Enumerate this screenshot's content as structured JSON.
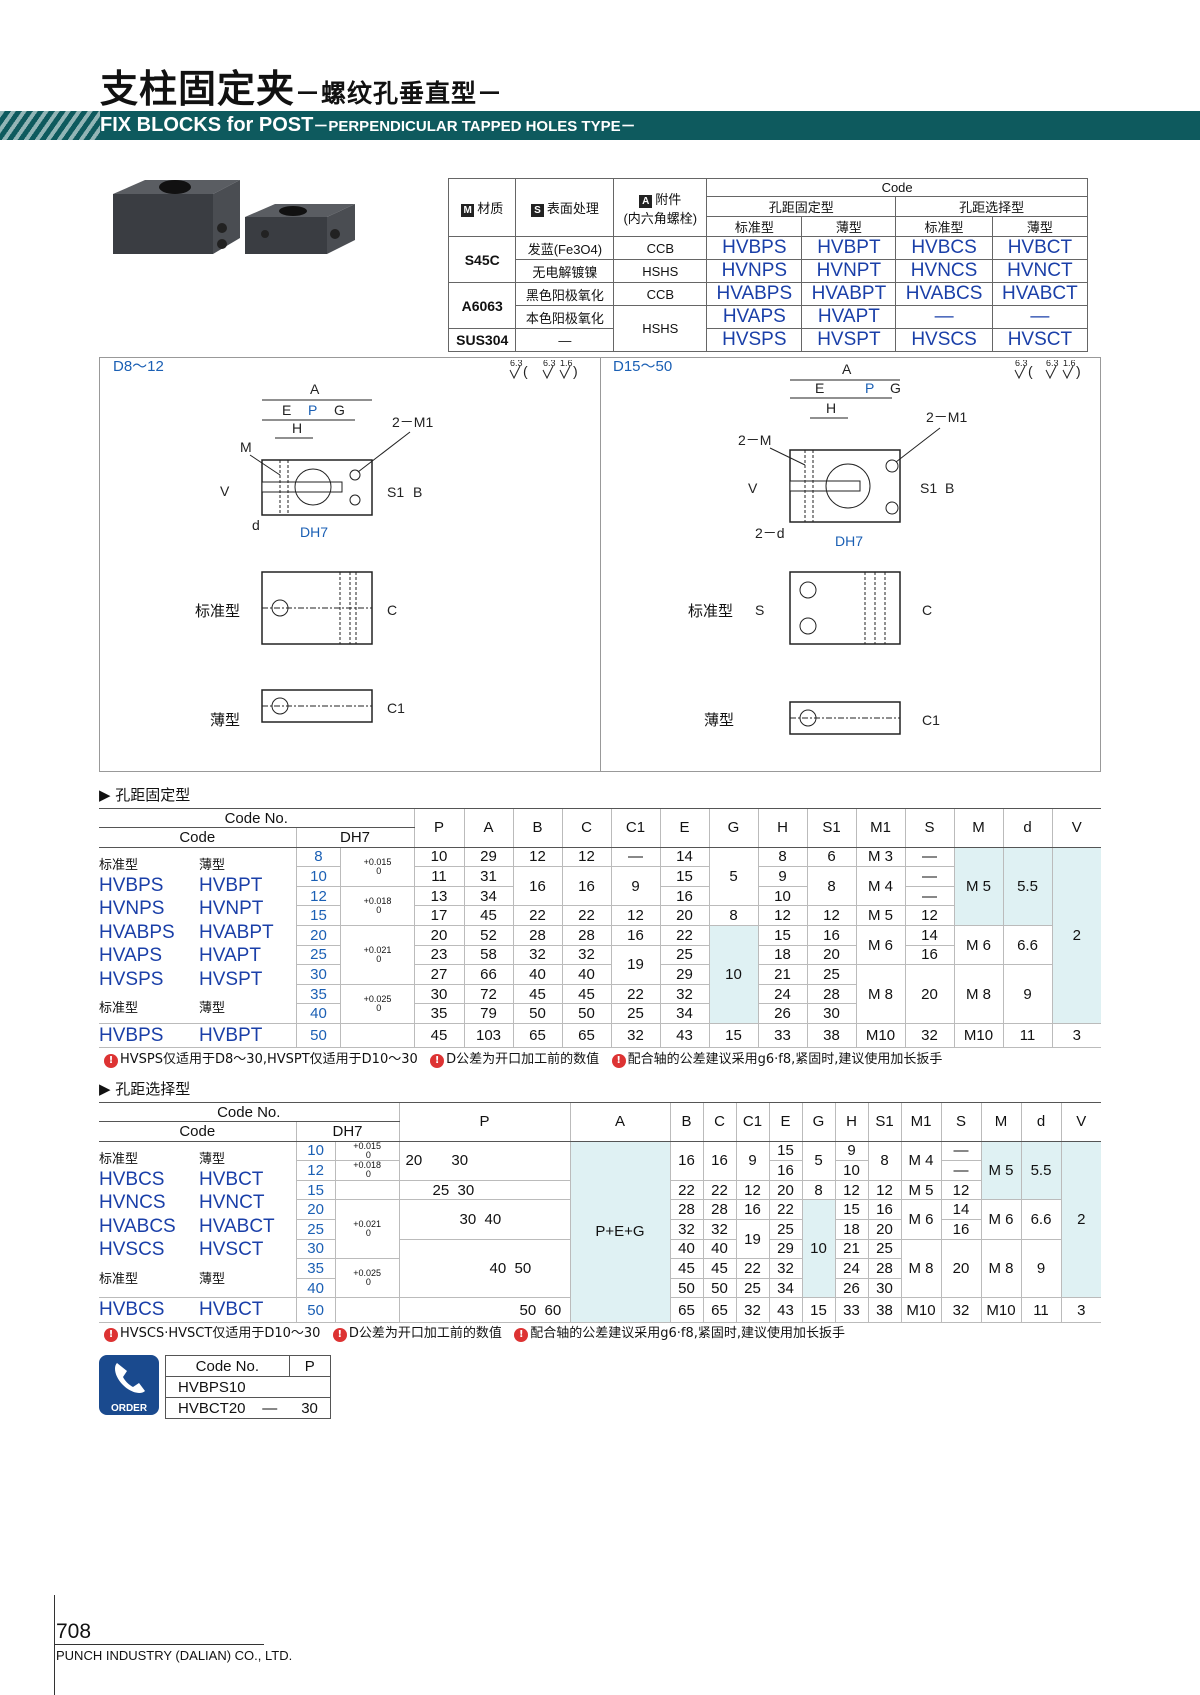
{
  "header": {
    "title_cn": "支柱固定夹",
    "title_cn_sub": "－螺纹孔垂直型－",
    "title_en": "FIX BLOCKS for POST",
    "title_en_sub": "－PERPENDICULAR TAPPED HOLES TYPE－"
  },
  "material_table": {
    "h_material": "材质",
    "h_surface": "表面处理",
    "h_accessory": "附件",
    "h_accessory2": "(内六角螺栓)",
    "k_m": "M",
    "k_s": "S",
    "k_a": "A",
    "h_code": "Code",
    "h_fixed": "孔距固定型",
    "h_select": "孔距选择型",
    "h_std": "标准型",
    "h_thin": "薄型",
    "rows": [
      {
        "mat": "S45C",
        "surf": "发蓝(Fe3O4)",
        "acc": "CCB",
        "c1": "HVBPS",
        "c2": "HVBPT",
        "c3": "HVBCS",
        "c4": "HVBCT"
      },
      {
        "mat": "",
        "surf": "无电解镀镍",
        "acc": "HSHS",
        "c1": "HVNPS",
        "c2": "HVNPT",
        "c3": "HVNCS",
        "c4": "HVNCT"
      },
      {
        "mat": "A6063",
        "surf": "黑色阳极氧化",
        "acc": "CCB",
        "c1": "HVABPS",
        "c2": "HVABPT",
        "c3": "HVABCS",
        "c4": "HVABCT"
      },
      {
        "mat": "",
        "surf": "本色阳极氧化",
        "acc": "HSHS",
        "c1": "HVAPS",
        "c2": "HVAPT",
        "c3": "—",
        "c4": "—"
      },
      {
        "mat": "SUS304",
        "surf": "—",
        "acc": "",
        "c1": "HVSPS",
        "c2": "HVSPT",
        "c3": "HVSCS",
        "c4": "HVSCT"
      }
    ]
  },
  "drawing": {
    "left_range": "D8～12",
    "right_range": "D15～50",
    "finish": "6.3",
    "finish2": "1.6",
    "std_label": "标准型",
    "thin_label": "薄型",
    "A": "A",
    "E": "E",
    "P": "P",
    "G": "G",
    "H": "H",
    "M": "M",
    "M1": "2－M1",
    "M2": "2－M",
    "V": "V",
    "S1": "S1",
    "B": "B",
    "C": "C",
    "C1": "C1",
    "S": "S",
    "d": "d",
    "d2": "2－d",
    "DH7": "DH7"
  },
  "sec1": {
    "title": "▶ 孔距固定型",
    "h_codeno": "Code No.",
    "h_code": "Code",
    "h_dh7": "DH7",
    "cols": [
      "P",
      "A",
      "B",
      "C",
      "C1",
      "E",
      "G",
      "H",
      "S1",
      "M1",
      "S",
      "M",
      "d",
      "V"
    ],
    "lbl_std": "标准型",
    "lbl_thin": "薄型",
    "codes_std": [
      "HVBPS",
      "HVNPS",
      "HVABPS",
      "HVAPS",
      "HVSPS"
    ],
    "codes_thin": [
      "HVBPT",
      "HVNPT",
      "HVABPT",
      "HVAPT",
      "HVSPT"
    ],
    "code_last_std": "HVBPS",
    "code_last_thin": "HVBPT",
    "D": [
      "8",
      "10",
      "12",
      "15",
      "20",
      "25",
      "30",
      "35",
      "40",
      "50"
    ],
    "tol": [
      "+0.015",
      "+0.018",
      "+0.021",
      "+0.025"
    ],
    "tol0": "0",
    "P": [
      "10",
      "11",
      "13",
      "17",
      "20",
      "23",
      "27",
      "30",
      "35",
      "45"
    ],
    "A": [
      "29",
      "31",
      "34",
      "45",
      "52",
      "58",
      "66",
      "72",
      "79",
      "103"
    ],
    "B": [
      "12",
      "16",
      "22",
      "28",
      "32",
      "40",
      "45",
      "50",
      "65"
    ],
    "C": [
      "12",
      "16",
      "22",
      "28",
      "32",
      "40",
      "45",
      "50",
      "65"
    ],
    "C1": [
      "—",
      "9",
      "12",
      "16",
      "19",
      "22",
      "25",
      "32"
    ],
    "E": [
      "14",
      "15",
      "16",
      "20",
      "22",
      "25",
      "29",
      "32",
      "34",
      "43"
    ],
    "G": [
      "5",
      "8",
      "10",
      "15"
    ],
    "H": [
      "8",
      "9",
      "10",
      "12",
      "15",
      "18",
      "21",
      "24",
      "26",
      "33"
    ],
    "S1": [
      "6",
      "8",
      "12",
      "16",
      "20",
      "25",
      "28",
      "30",
      "38"
    ],
    "M1": [
      "M 3",
      "M 4",
      "M 5",
      "M 6",
      "M 8",
      "M10"
    ],
    "S": [
      "—",
      "—",
      "—",
      "12",
      "14",
      "16",
      "20",
      "32"
    ],
    "Mv": [
      "M 5",
      "M 6",
      "M 8",
      "M10"
    ],
    "dv": [
      "5.5",
      "6.6",
      "9",
      "11"
    ],
    "V": [
      "2",
      "3"
    ],
    "note1": "HVSPS仅适用于D8～30,HVSPT仅适用于D10～30",
    "note2": "D公差为开口加工前的数值",
    "note3": "配合轴的公差建议采用g6·f8,紧固时,建议使用加长扳手",
    "dot": "!"
  },
  "sec2": {
    "title": "▶ 孔距选择型",
    "h_codeno": "Code No.",
    "h_code": "Code",
    "h_dh7": "DH7",
    "cols": [
      "P",
      "A",
      "B",
      "C",
      "C1",
      "E",
      "G",
      "H",
      "S1",
      "M1",
      "S",
      "M",
      "d",
      "V"
    ],
    "lbl_std": "标准型",
    "lbl_thin": "薄型",
    "codes_std": [
      "HVBCS",
      "HVNCS",
      "HVABCS",
      "HVSCS"
    ],
    "codes_thin": [
      "HVBCT",
      "HVNCT",
      "HVABCT",
      "HVSCT"
    ],
    "code_last_std": "HVBCS",
    "code_last_thin": "HVBCT",
    "D": [
      "10",
      "12",
      "15",
      "20",
      "25",
      "30",
      "35",
      "40",
      "50"
    ],
    "tol": [
      "+0.015",
      "+0.018",
      "+0.021",
      "+0.025"
    ],
    "tol0": "0",
    "P": [
      "20",
      "30",
      "25",
      "30",
      "30",
      "40",
      "40",
      "50",
      "50",
      "60"
    ],
    "A": "P+E+G",
    "B": [
      "16",
      "22",
      "28",
      "32",
      "40",
      "45",
      "50",
      "65"
    ],
    "C": [
      "16",
      "22",
      "28",
      "32",
      "40",
      "45",
      "50",
      "65"
    ],
    "C1": [
      "9",
      "12",
      "16",
      "19",
      "22",
      "25",
      "32"
    ],
    "E": [
      "15",
      "16",
      "20",
      "22",
      "25",
      "29",
      "32",
      "34",
      "43"
    ],
    "G": [
      "5",
      "8",
      "10",
      "15"
    ],
    "H": [
      "9",
      "10",
      "12",
      "15",
      "18",
      "21",
      "24",
      "26",
      "33"
    ],
    "S1": [
      "8",
      "12",
      "16",
      "20",
      "25",
      "28",
      "30",
      "38"
    ],
    "M1": [
      "M 4",
      "M 5",
      "M 6",
      "M 8",
      "M10"
    ],
    "S": [
      "—",
      "—",
      "12",
      "14",
      "16",
      "20",
      "32"
    ],
    "Mv": [
      "M 5",
      "M 6",
      "M 8",
      "M10"
    ],
    "dv": [
      "5.5",
      "6.6",
      "9",
      "11"
    ],
    "V": [
      "2",
      "3"
    ],
    "note1": "HVSCS·HVSCT仅适用于D10～30",
    "note2": "D公差为开口加工前的数值",
    "note3": "配合轴的公差建议采用g6·f8,紧固时,建议使用加长扳手",
    "dot": "!"
  },
  "order": {
    "label": "ORDER",
    "h_code": "Code No.",
    "h_p": "P",
    "r1_code": "HVBPS10",
    "r2_code": "HVBCT20",
    "r2_dash": "—",
    "r2_p": "30"
  },
  "footer": {
    "page": "708",
    "company": "PUNCH INDUSTRY (DALIAN) CO., LTD."
  }
}
